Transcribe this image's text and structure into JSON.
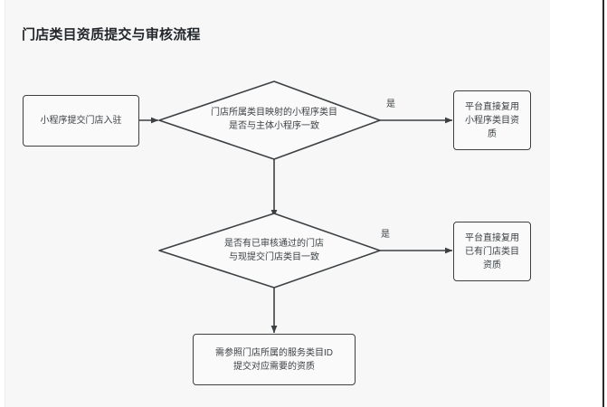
{
  "page": {
    "title": "门店类目资质提交与审核流程",
    "background_color": "#f7f7f7",
    "page_background_color": "#ffffff",
    "line_color": "#3c4043",
    "text_color": "#3c4043"
  },
  "flowchart": {
    "type": "flowchart",
    "nodes": [
      {
        "id": "start",
        "shape": "rectangle",
        "lines": [
          "小程序提交门店入驻"
        ]
      },
      {
        "id": "decision-1",
        "shape": "diamond",
        "lines": [
          "门店所属类目映射的小程序类目",
          "是否与主体小程序一致"
        ]
      },
      {
        "id": "result-1",
        "shape": "rectangle",
        "lines": [
          "平台直接复用",
          "小程序类目资",
          "质"
        ]
      },
      {
        "id": "decision-2",
        "shape": "diamond",
        "lines": [
          "是否有已审核通过的门店",
          "与现提交门店类目一致"
        ]
      },
      {
        "id": "result-2",
        "shape": "rectangle",
        "lines": [
          "平台直接复用",
          "已有门店类目",
          "资质"
        ]
      },
      {
        "id": "result-3",
        "shape": "rectangle",
        "lines": [
          "需参照门店所属的服务类目ID",
          "提交对应需要的资质"
        ]
      }
    ],
    "edges": [
      {
        "from": "start",
        "to": "decision-1",
        "label": ""
      },
      {
        "from": "decision-1",
        "to": "result-1",
        "label": "是"
      },
      {
        "from": "decision-1",
        "to": "decision-2",
        "label": ""
      },
      {
        "from": "decision-2",
        "to": "result-2",
        "label": "是"
      },
      {
        "from": "decision-2",
        "to": "result-3",
        "label": ""
      }
    ]
  }
}
